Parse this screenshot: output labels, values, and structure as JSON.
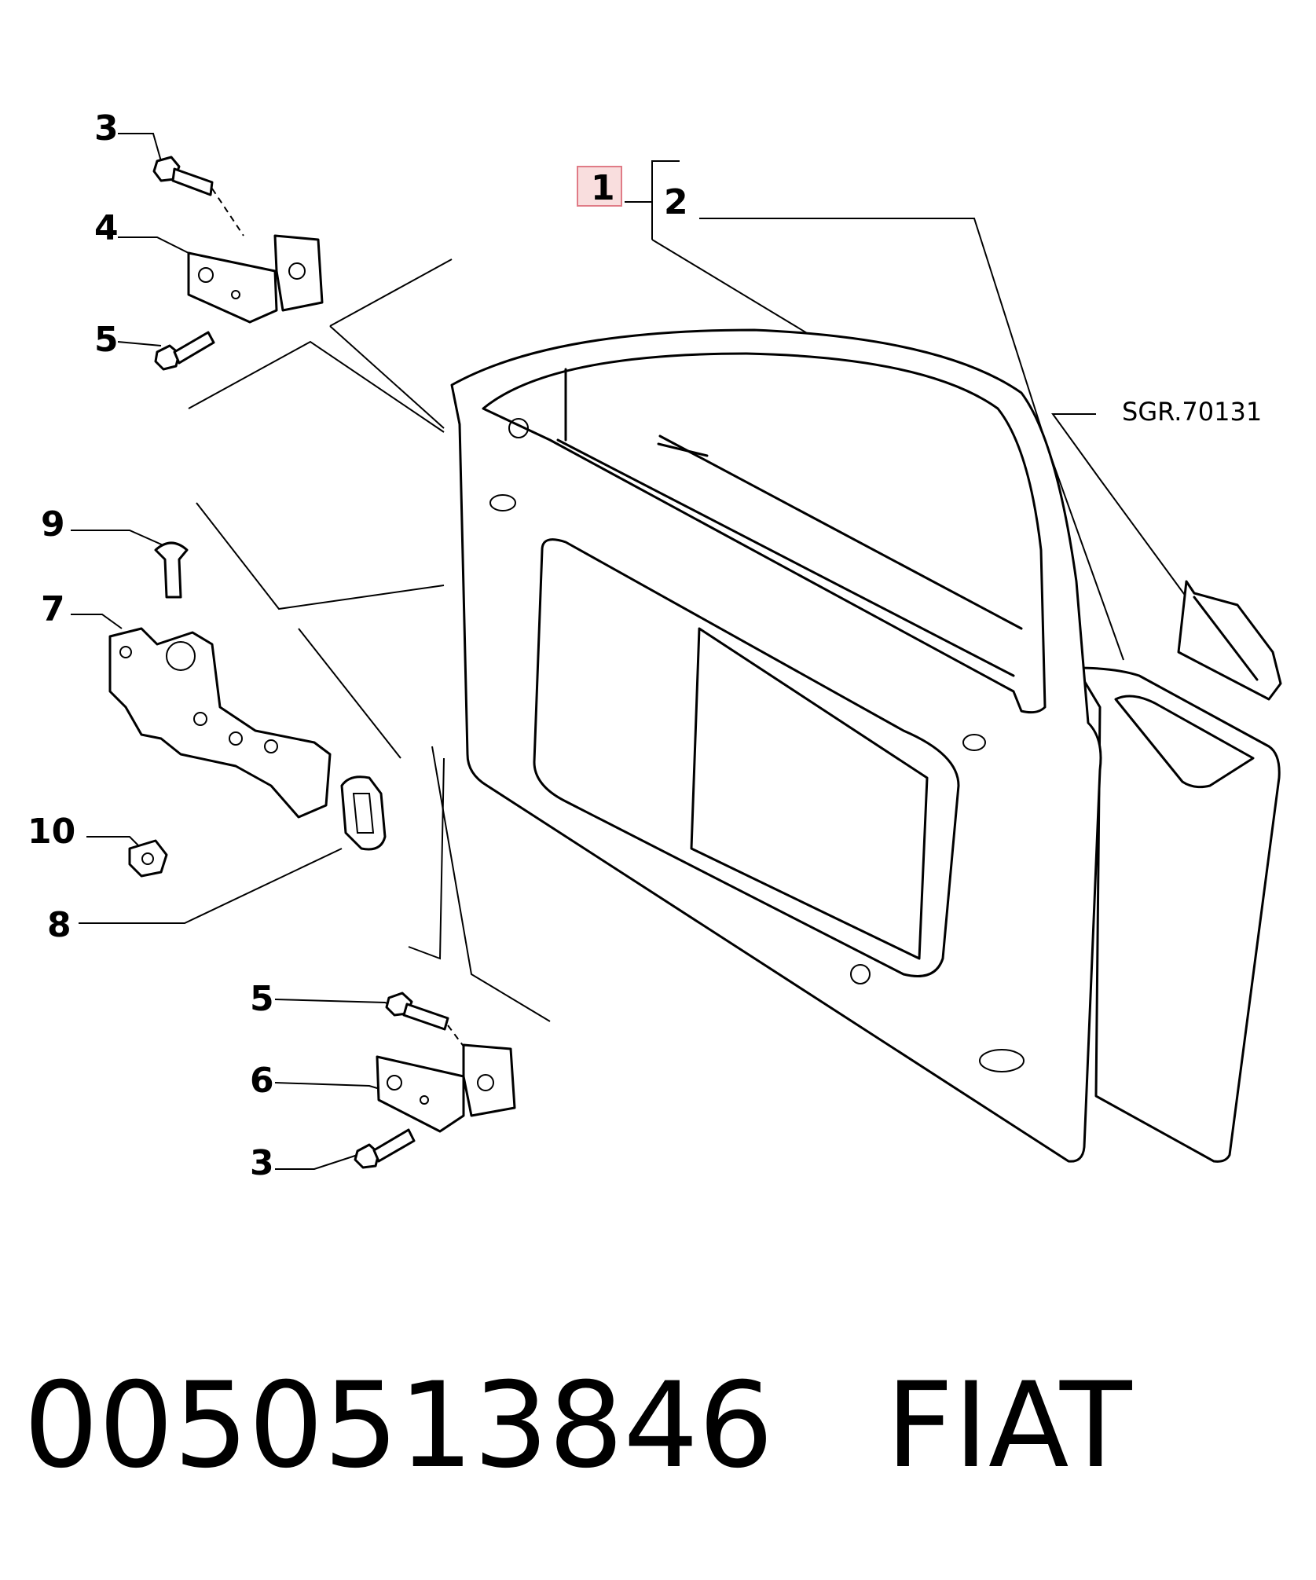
{
  "callouts": {
    "c1": "1",
    "c2": "2",
    "c3_top": "3",
    "c4": "4",
    "c5_top": "5",
    "c9": "9",
    "c7": "7",
    "c10": "10",
    "c8": "8",
    "c5_bottom": "5",
    "c6": "6",
    "c3_bottom": "3"
  },
  "reference": "SGR.70131",
  "caption": {
    "part_number": "0050513846",
    "brand": "FIAT"
  },
  "colors": {
    "highlight_fill": "#f9dede",
    "highlight_border": "#e07b86",
    "line": "#000000"
  }
}
